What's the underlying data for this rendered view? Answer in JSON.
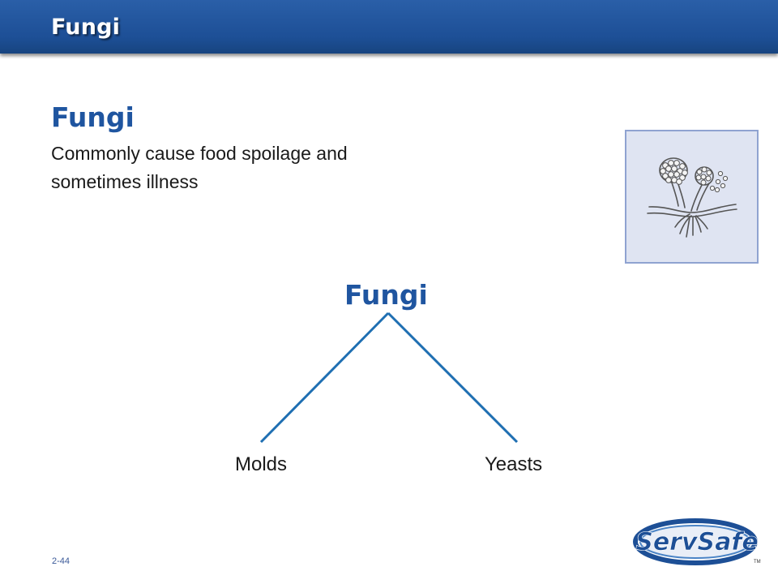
{
  "header": {
    "title": "Fungi"
  },
  "content": {
    "heading": "Fungi",
    "body_line1": "Commonly cause food spoilage and",
    "body_line2": "sometimes illness"
  },
  "diagram": {
    "root": "Fungi",
    "left_leaf": "Molds",
    "right_leaf": "Yeasts",
    "line_color": "#1f6fb2"
  },
  "illustration": {
    "icon": "mold-spores-icon"
  },
  "footer": {
    "slide_number": "2-44",
    "logo_text": "ServSafe",
    "trademark": "TM"
  },
  "colors": {
    "brand_blue": "#1d4f96",
    "heading_blue": "#1f55a0",
    "image_bg": "#dfe4f2"
  }
}
